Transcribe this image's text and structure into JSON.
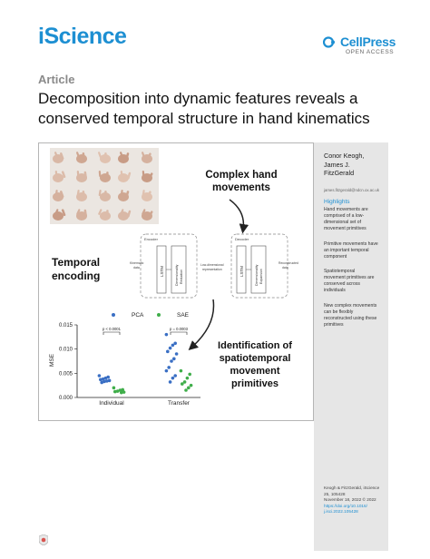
{
  "header": {
    "journal": "iScience",
    "publisher": "CellPress",
    "access": "OPEN ACCESS"
  },
  "article": {
    "type": "Article",
    "title_lines": [
      "Decomposition into dynamic features reveals a",
      "conserved temporal structure in hand kinematics"
    ]
  },
  "graphical_abstract": {
    "complex_label": [
      "Complex hand",
      "movements"
    ],
    "temporal_label": [
      "Temporal",
      "encoding"
    ],
    "ident_label": [
      "Identification of",
      "spatiotemporal",
      "movement",
      "primitives"
    ],
    "encoder": "Encoder",
    "decoder": "Decoder",
    "kinematic": [
      "Kinematic",
      "data"
    ],
    "lstm": "LSTM",
    "dim_reduction": [
      "Dimensionality",
      "Reduction"
    ],
    "low_dim": [
      "Low-dimensional",
      "representation"
    ],
    "dim_expansion": [
      "Dimensionality",
      "Expansion"
    ],
    "reconstructed": [
      "Reconstructed",
      "data"
    ]
  },
  "chart_data": {
    "type": "scatter",
    "ylabel": "MSE",
    "categories": [
      "Individual",
      "Transfer"
    ],
    "yticks": [
      "0.015",
      "0.010",
      "0.005",
      "0.000"
    ],
    "ylim": [
      0,
      0.015
    ],
    "legend_placement": "top",
    "series": [
      {
        "name": "PCA",
        "color": "#3a6fc4",
        "individual": [
          0.0045,
          0.0042,
          0.004,
          0.0038,
          0.0037,
          0.0035,
          0.0034,
          0.0033,
          0.0031
        ],
        "transfer": [
          0.013,
          0.0112,
          0.0108,
          0.0102,
          0.0095,
          0.009,
          0.008,
          0.0075,
          0.0062,
          0.0055,
          0.0045,
          0.004,
          0.0032
        ]
      },
      {
        "name": "SAE",
        "color": "#3fae4a",
        "individual": [
          0.002,
          0.0016,
          0.0015,
          0.0013,
          0.0012,
          0.0011,
          0.001
        ],
        "transfer": [
          0.0055,
          0.0048,
          0.004,
          0.0032,
          0.0028,
          0.0025,
          0.002,
          0.0015
        ]
      }
    ],
    "annotations": [
      "p < 0.0001",
      "p = 0.0003"
    ]
  },
  "side": {
    "authors": [
      "Conor Keogh,",
      "James J.",
      "FitzGerald"
    ],
    "email": "james.fitzgerald@ndcn.ox.ac.uk",
    "highlights_title": "Highlights",
    "highlights": [
      [
        "Hand movements are",
        "comprised of a low-",
        "dimensional set of",
        "movement primitives"
      ],
      [
        "Primitive movements have",
        "an important temporal",
        "component"
      ],
      [
        "Spatiotemporal",
        "movement primitives are",
        "conserved across",
        "individuals"
      ],
      [
        "New complex movements",
        "can be flexibly",
        "reconstructed using these",
        "primitives"
      ]
    ],
    "citation": [
      "Keogh & FitzGerald, iScience",
      "25, 105428",
      "November 18, 2022 © 2022"
    ],
    "doi": [
      "https://doi.org/10.1016/",
      "j.isci.2022.105428"
    ]
  }
}
